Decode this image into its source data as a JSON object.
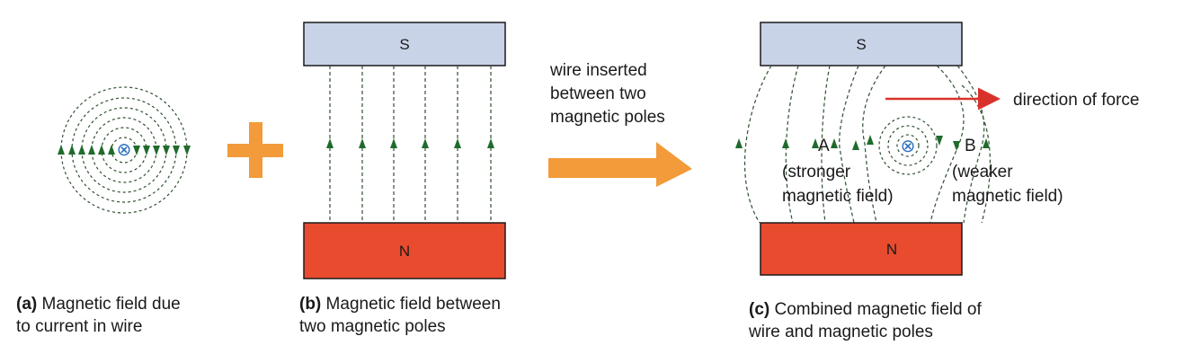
{
  "panels": {
    "a": {
      "caption_letter": "(a)",
      "caption_line1": "Magnetic field due",
      "caption_line2": "to current in wire",
      "wire_symbol": "⊗"
    },
    "b": {
      "caption_letter": "(b)",
      "caption_line1": "Magnetic field between",
      "caption_line2": "two magnetic poles",
      "south_label": "S",
      "north_label": "N"
    },
    "c": {
      "caption_letter": "(c)",
      "caption_line1": "Combined magnetic field of",
      "caption_line2": "wire and magnetic poles",
      "south_label": "S",
      "north_label": "N",
      "wire_symbol": "⊗",
      "force_label": "direction of force",
      "point_a": "A",
      "point_b": "B",
      "strong_line1": "(stronger",
      "strong_line2": "magnetic field)",
      "weak_line1": "(weaker",
      "weak_line2": "magnetic field)"
    }
  },
  "transition": {
    "line1": "wire inserted",
    "line2": "between two",
    "line3": "magnetic poles"
  },
  "colors": {
    "south_pole": "#c9d3e8",
    "north_pole": "#e94b2f",
    "pole_border": "#1a1a1a",
    "field_line": "#2f4f2f",
    "arrowhead": "#1f6b2c",
    "wire_symbol": "#2b6fc2",
    "plus_and_arrow": "#f39a3a",
    "force_arrow": "#d9322a"
  }
}
